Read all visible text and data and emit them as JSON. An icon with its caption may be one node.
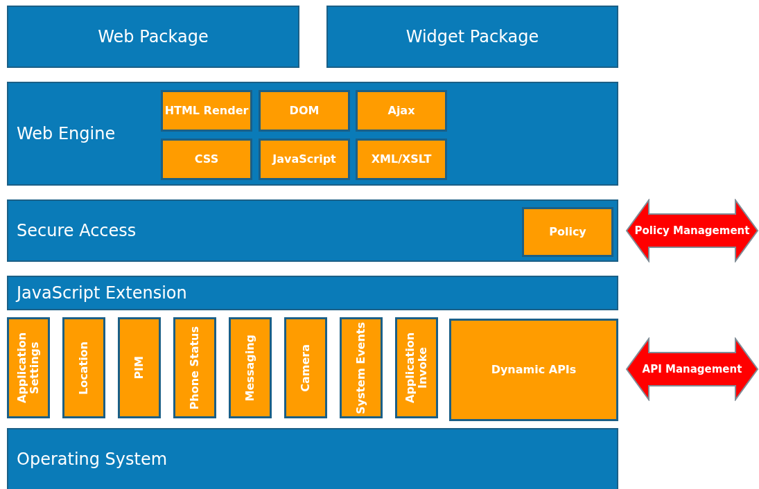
{
  "diagram": {
    "nodes": [
      {
        "text": [
          "Web Package"
        ]
      },
      {
        "text": [
          "Widget Package"
        ]
      },
      {
        "text": [
          "Web Engine"
        ]
      },
      {
        "text": [
          "HTML Render"
        ],
        "in": 2
      },
      {
        "text": [
          "DOM"
        ],
        "in": 2
      },
      {
        "text": [
          "Ajax"
        ],
        "in": 2
      },
      {
        "text": [
          "CSS"
        ],
        "in": 2
      },
      {
        "text": [
          "JavaScript"
        ],
        "in": 2
      },
      {
        "text": [
          "XML/XSLT"
        ],
        "in": 2
      },
      {
        "text": [
          "Secure Access"
        ]
      },
      {
        "text": [
          "Policy"
        ],
        "in": 9
      },
      {
        "text": [
          "Policy Management"
        ]
      },
      {
        "text": [
          "JavaScript Extension"
        ]
      },
      {
        "text": [
          "Application Settings"
        ]
      },
      {
        "text": [
          "Location"
        ]
      },
      {
        "text": [
          "PIM"
        ]
      },
      {
        "text": [
          "Phone Status"
        ]
      },
      {
        "text": [
          "Messaging"
        ]
      },
      {
        "text": [
          "Camera"
        ]
      },
      {
        "text": [
          "System Events"
        ]
      },
      {
        "text": [
          "Application Invoke"
        ]
      },
      {
        "text": [
          "Dynamic APIs"
        ]
      },
      {
        "text": [
          "API Management"
        ]
      },
      {
        "text": [
          "Operating System"
        ]
      }
    ]
  }
}
